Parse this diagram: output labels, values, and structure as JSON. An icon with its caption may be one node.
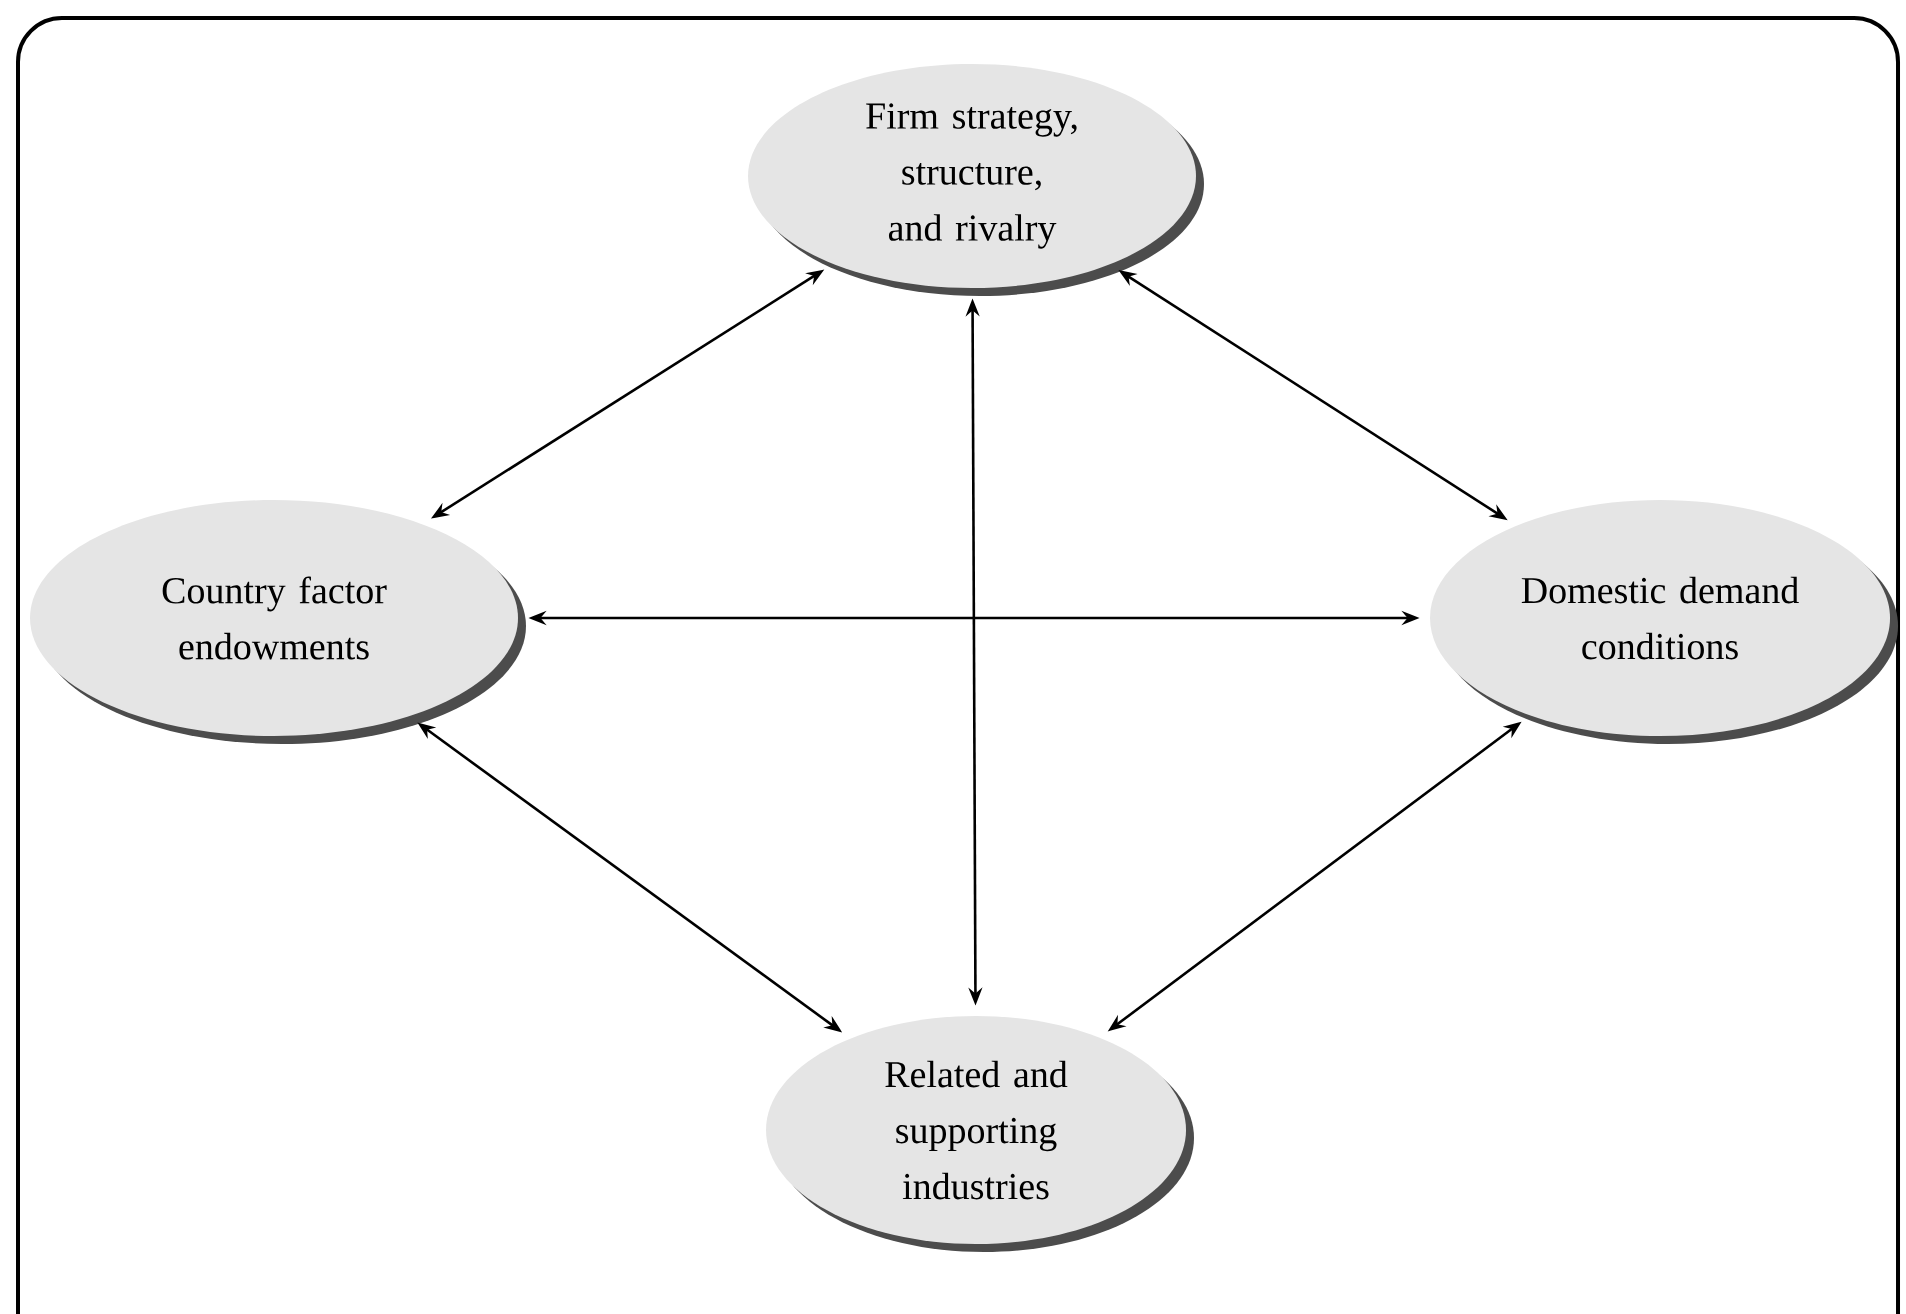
{
  "diagram": {
    "nodes": [
      {
        "text": [
          "Firm strategy, structure, and rivalry"
        ]
      },
      {
        "text": [
          "Country factor endowments"
        ]
      },
      {
        "text": [
          "Domestic demand conditions"
        ]
      },
      {
        "text": [
          "Related and supporting industries"
        ]
      }
    ],
    "edges": [
      {
        "from": 0,
        "to": 1,
        "arrow": "both"
      },
      {
        "from": 0,
        "to": 2,
        "arrow": "both"
      },
      {
        "from": 1,
        "to": 2,
        "arrow": "both"
      },
      {
        "from": 0,
        "to": 3,
        "arrow": "both"
      },
      {
        "from": 1,
        "to": 3,
        "arrow": "both"
      },
      {
        "from": 2,
        "to": 3,
        "arrow": "both"
      }
    ]
  }
}
